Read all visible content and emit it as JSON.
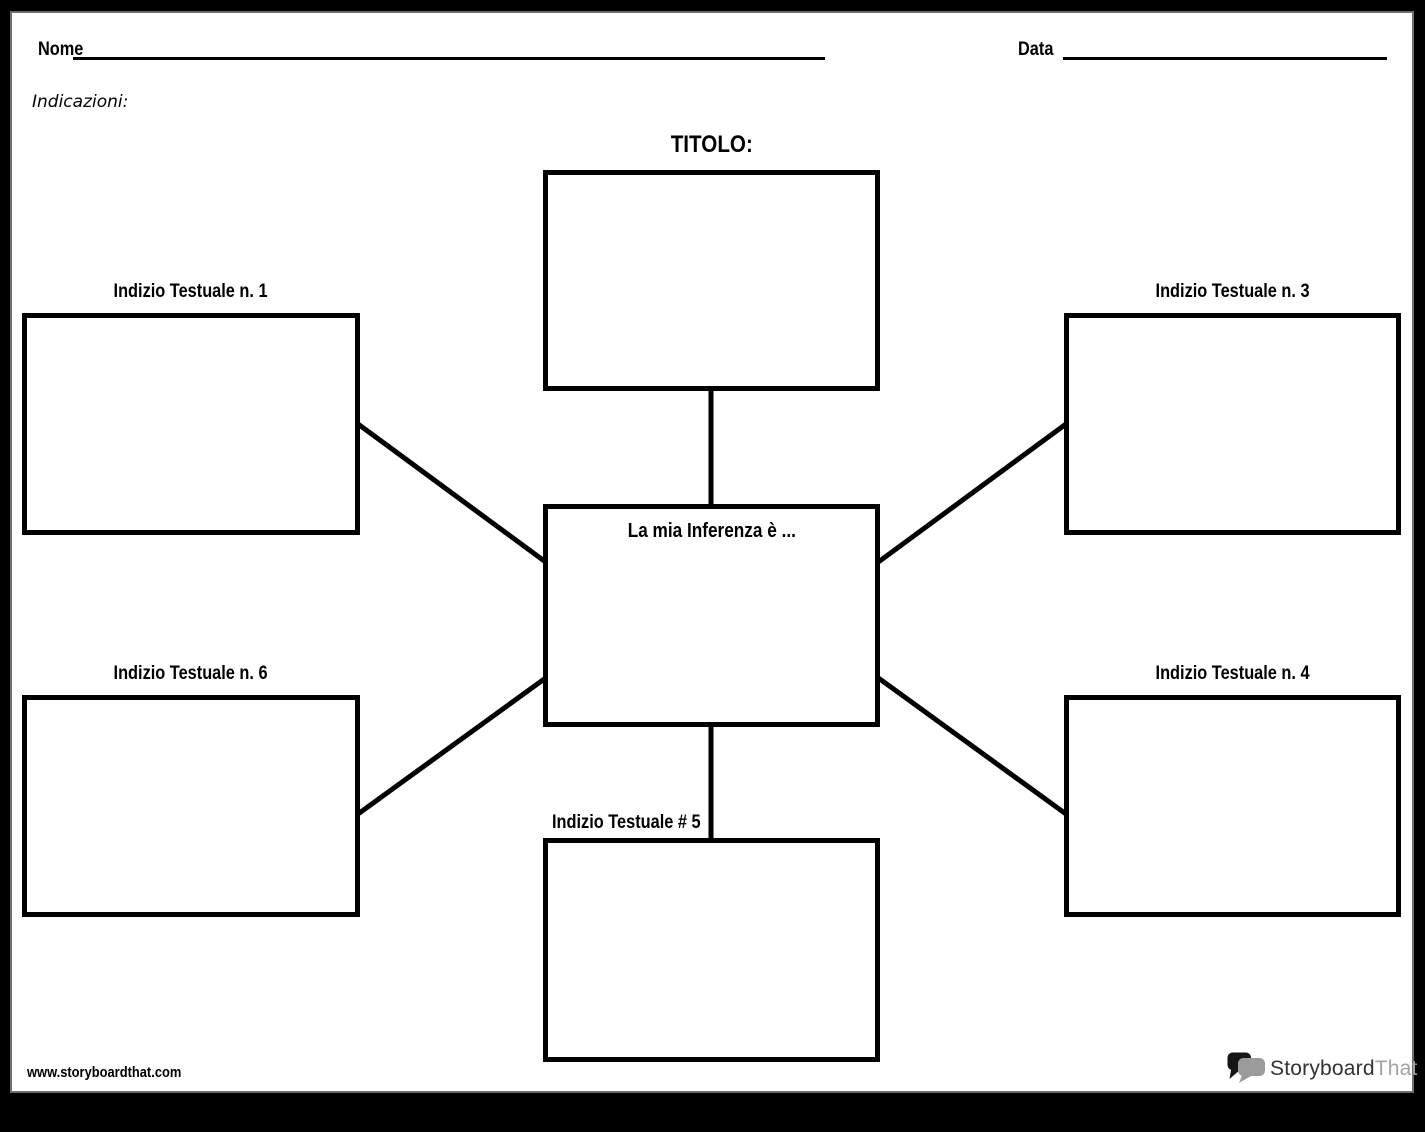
{
  "header": {
    "name_label": "Nome",
    "date_label": "Data",
    "directions_label": "Indicazioni:"
  },
  "diagram": {
    "title_label": "TITOLO:",
    "center_label": "La mia Inferenza è ...",
    "clues": [
      {
        "label": "Indizio Testuale n. 1"
      },
      {
        "label": "Indizio Testuale n. 3"
      },
      {
        "label": "Indizio Testuale n. 6"
      },
      {
        "label": "Indizio Testuale n. 4"
      },
      {
        "label": "Indizio Testuale # 5"
      }
    ]
  },
  "footer": {
    "url": "www.storyboardthat.com",
    "logo": {
      "primary": "Storyboard",
      "secondary": "That",
      "icon": "speech-bubbles-icon"
    }
  },
  "colors": {
    "ink": "#000000",
    "page_background": "#ffffff",
    "frame_background": "#000000",
    "page_edge": "#6e6e6e",
    "logo_dark": "#333333",
    "logo_gray": "#9b9b9b"
  }
}
